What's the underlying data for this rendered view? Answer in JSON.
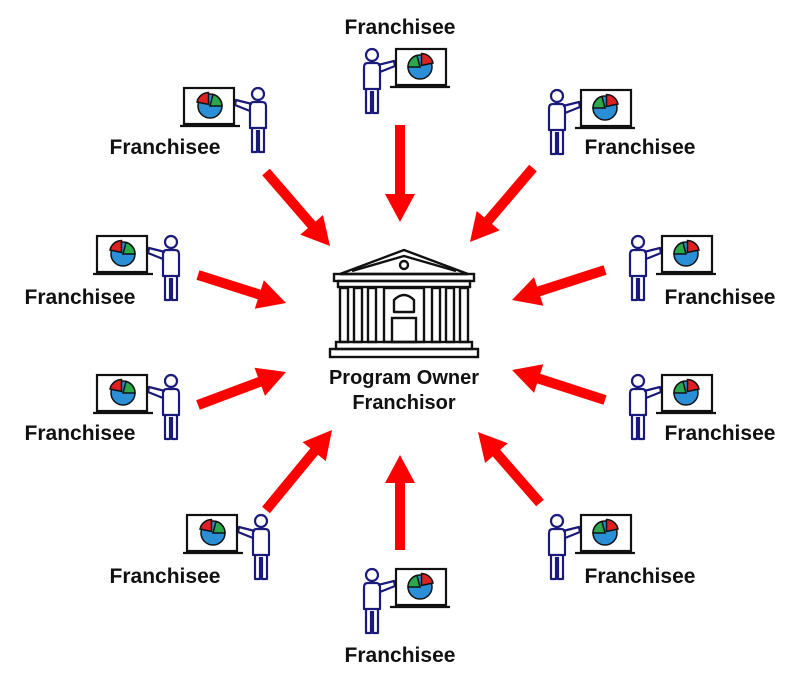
{
  "center": {
    "line1": "Program Owner",
    "line2": "Franchisor",
    "icon": "bank-building-icon"
  },
  "nodes": [
    {
      "label": "Franchisee",
      "icon": "presenter-with-pie-chart-icon"
    },
    {
      "label": "Franchisee",
      "icon": "presenter-with-pie-chart-icon"
    },
    {
      "label": "Franchisee",
      "icon": "presenter-with-pie-chart-icon"
    },
    {
      "label": "Franchisee",
      "icon": "presenter-with-pie-chart-icon"
    },
    {
      "label": "Franchisee",
      "icon": "presenter-with-pie-chart-icon"
    },
    {
      "label": "Franchisee",
      "icon": "presenter-with-pie-chart-icon"
    },
    {
      "label": "Franchisee",
      "icon": "presenter-with-pie-chart-icon"
    },
    {
      "label": "Franchisee",
      "icon": "presenter-with-pie-chart-icon"
    },
    {
      "label": "Franchisee",
      "icon": "presenter-with-pie-chart-icon"
    },
    {
      "label": "Franchisee",
      "icon": "presenter-with-pie-chart-icon"
    }
  ],
  "colors": {
    "arrow": "#ff0000",
    "figure_outline": "#1a1a7a",
    "board_outline": "#111111",
    "pie_blue": "#2a8fd6",
    "pie_green": "#2aa84a",
    "pie_red": "#e02020",
    "building": "#111111"
  }
}
